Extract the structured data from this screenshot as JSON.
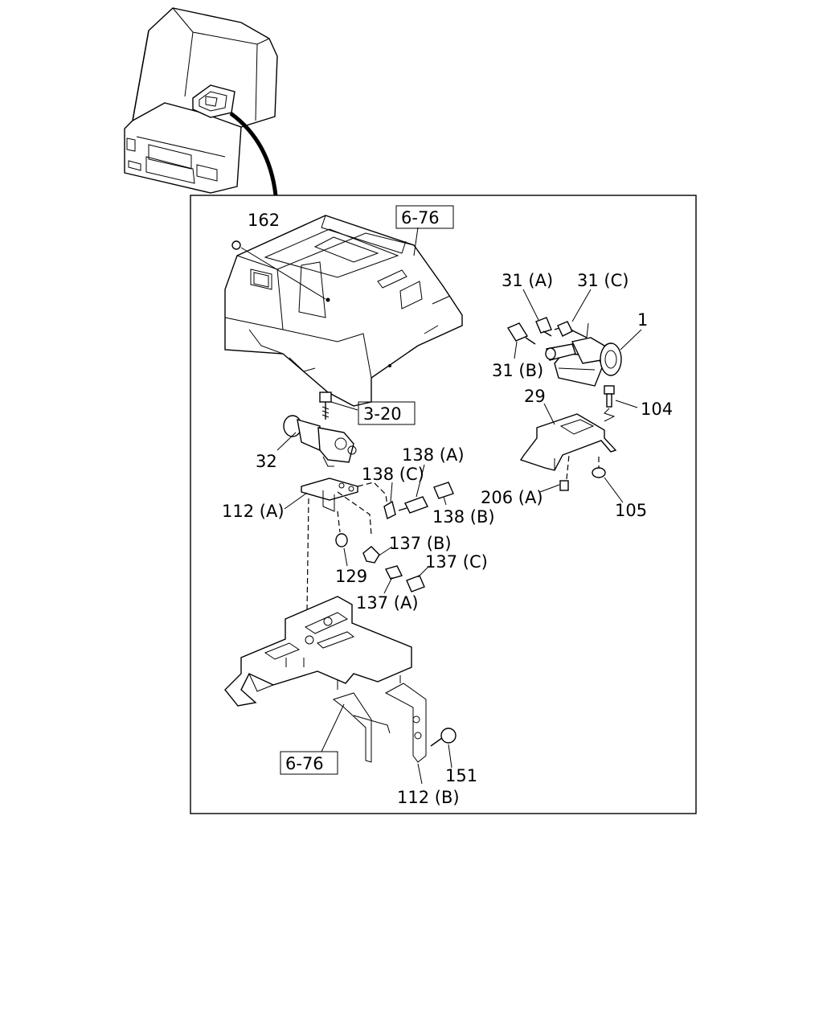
{
  "callouts": {
    "c162": "162",
    "c6_76_top": "6-76",
    "c31a": "31 (A)",
    "c31c": "31 (C)",
    "c1": "1",
    "c31b": "31 (B)",
    "c29": "29",
    "c104": "104",
    "c3_20": "3-20",
    "c32": "32",
    "c138a": "138 (A)",
    "c138c": "138 (C)",
    "c112a": "112 (A)",
    "c138b": "138 (B)",
    "c206a": "206 (A)",
    "c105": "105",
    "c137b": "137 (B)",
    "c137c": "137 (C)",
    "c129": "129",
    "c137a": "137 (A)",
    "c6_76_bottom": "6-76",
    "c151": "151",
    "c112b": "112 (B)"
  }
}
